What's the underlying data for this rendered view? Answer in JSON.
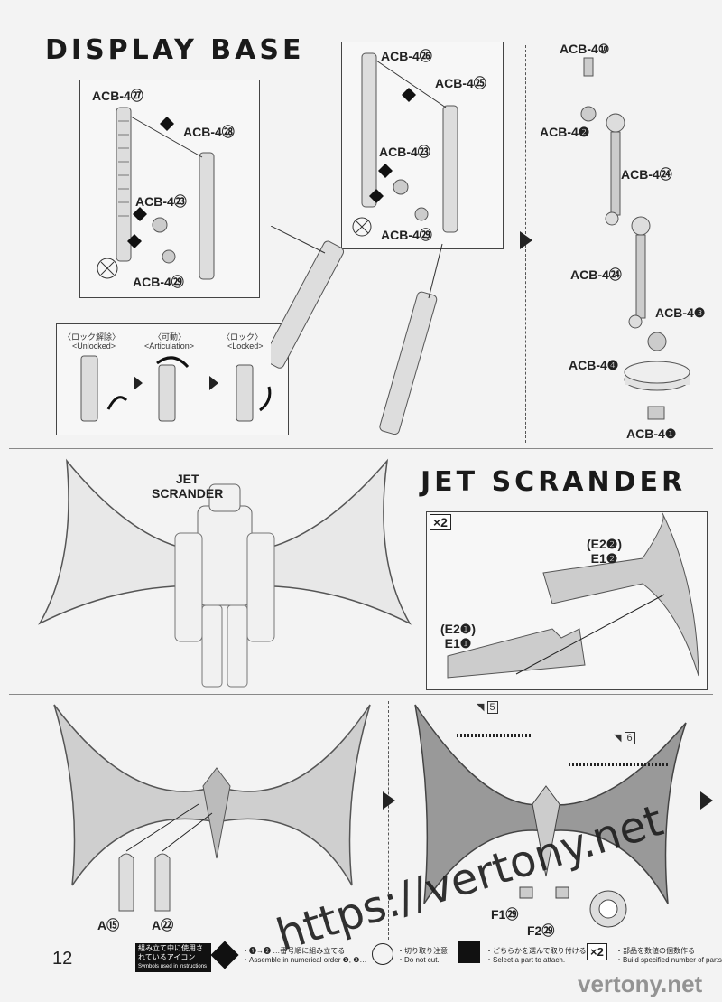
{
  "page_number": "12",
  "sections": {
    "display_base": {
      "title": "DISPLAY BASE",
      "box1_parts": [
        "ACB-4㉗",
        "ACB-4㉘",
        "ACB-4㉓",
        "ACB-4㉙"
      ],
      "box2_parts": [
        "ACB-4㉖",
        "ACB-4㉕",
        "ACB-4㉓",
        "ACB-4㉙"
      ],
      "lock_states": [
        {
          "jp": "〈ロック解除〉",
          "en": "<Unlocked>"
        },
        {
          "jp": "〈可動〉",
          "en": "<Articulation>"
        },
        {
          "jp": "〈ロック〉",
          "en": "<Locked>"
        }
      ],
      "arm_parts": [
        "ACB-4⑩",
        "ACB-4❷",
        "ACB-4㉔",
        "ACB-4㉔",
        "ACB-4❸",
        "ACB-4❹",
        "ACB-4❶"
      ]
    },
    "jet_scrander": {
      "title": "JET SCRANDER",
      "callout": "JET\nSCRANDER",
      "multiplier": "×2",
      "wing_part_top": "(E2❷)\nE1❷",
      "wing_part_bottom": "(E2❶)\nE1❶",
      "bottom_left_parts": [
        "A⑮",
        "A㉒"
      ],
      "bottom_right_parts": [
        "F1㉙",
        "F2㉙"
      ],
      "tape_labels": [
        "5",
        "6"
      ]
    }
  },
  "legend": {
    "header_jp": "組み立て中に使用されているアイコン",
    "header_en": "Symbols used in instructions",
    "items": [
      {
        "jp": "・❶→❷ …番号順に組み立てる",
        "en": "・Assemble in numerical order ❶, ❷…"
      },
      {
        "jp": "・切り取り注意",
        "en": "・Do not cut."
      },
      {
        "jp": "・どちらかを選んで取り付ける",
        "en": "・Select a part to attach."
      },
      {
        "jp": "・部品を数値の個数作る",
        "en": "・Build specified number of parts."
      }
    ]
  },
  "watermark": "https://vertony.net",
  "watermark_small": "vertony.net"
}
